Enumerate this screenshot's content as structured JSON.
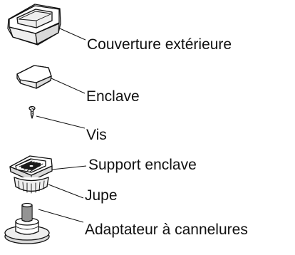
{
  "labels": {
    "outer_cover": "Couverture extérieure",
    "insert": "Enclave",
    "screw": "Vis",
    "insert_holder": "Support enclave",
    "skirt": "Jupe",
    "spline_adapter": "Adaptateur à cannelures"
  }
}
